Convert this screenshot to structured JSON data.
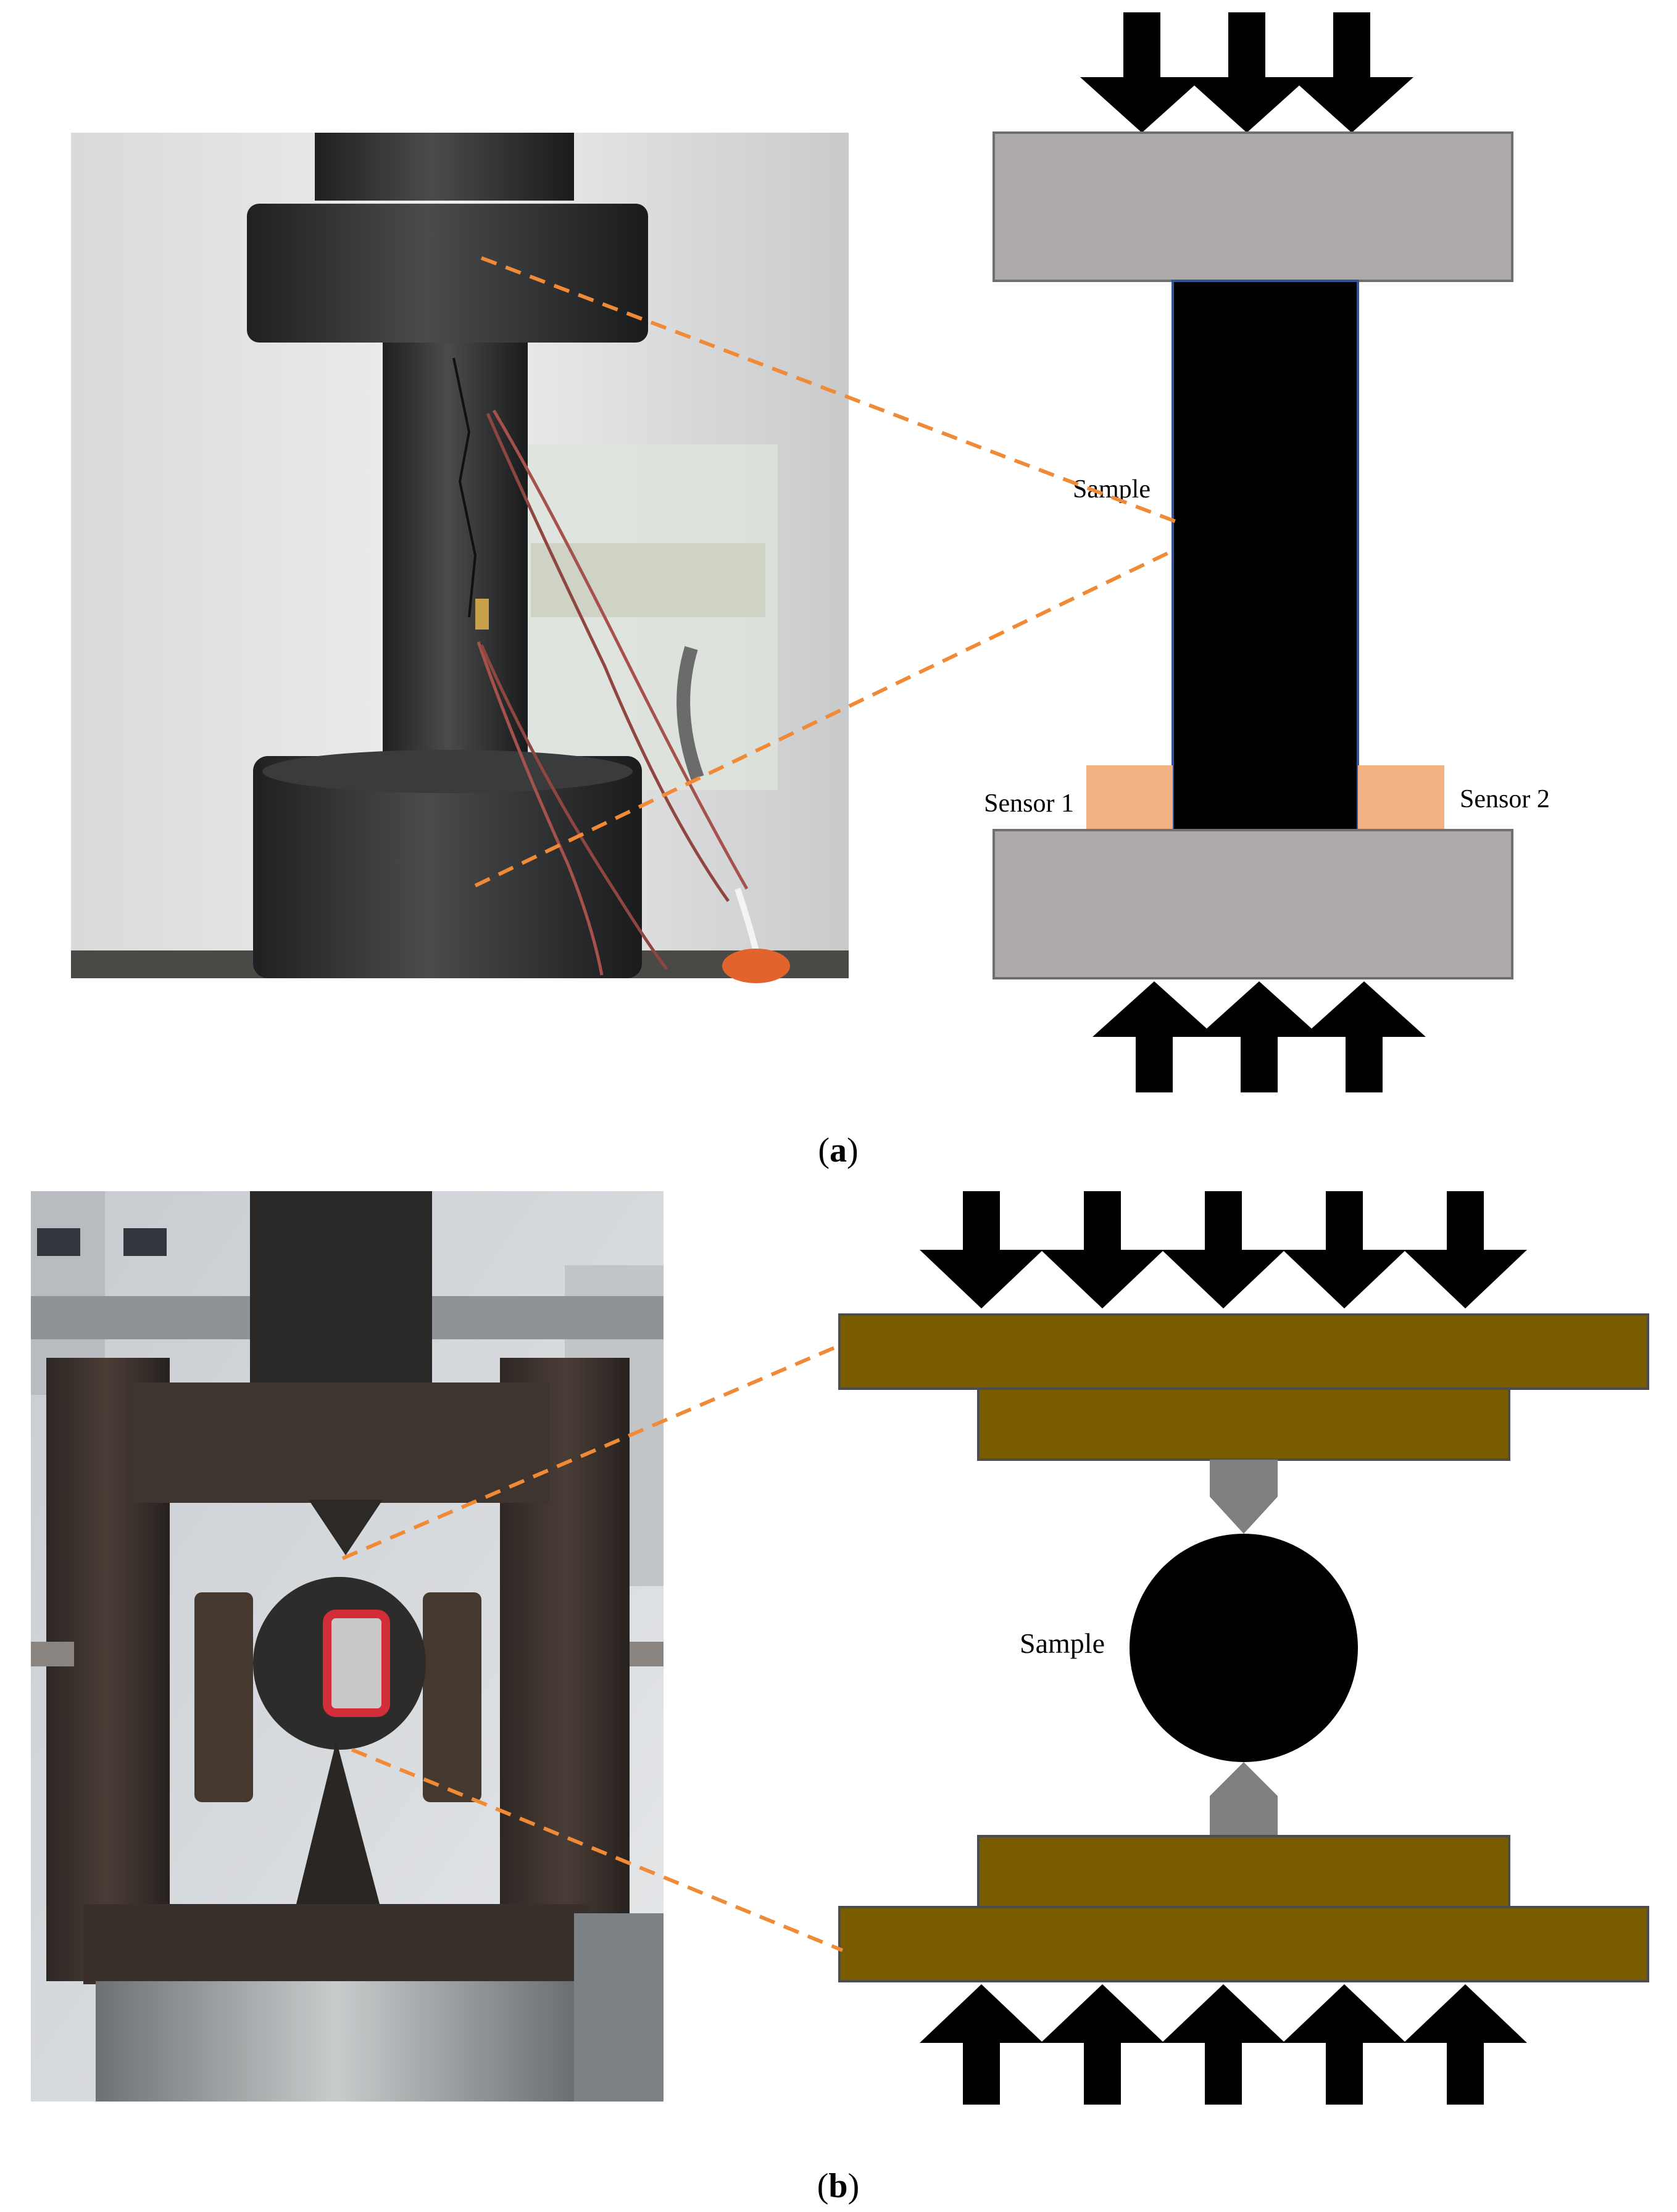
{
  "panel_a": {
    "label_open": "(",
    "label_letter": "a",
    "label_close": ")",
    "sample_label": "Sample",
    "sensor1_label": "Sensor 1",
    "sensor2_label": "Sensor 2"
  },
  "panel_b": {
    "label_open": "(",
    "label_letter": "b",
    "label_close": ")",
    "sample_label": "Sample"
  },
  "colors": {
    "platen_gray": "#aeaaaa",
    "sensor_peach": "#f4b183",
    "plate_olive": "#7a5c00",
    "indenter_gray": "#7f7f7f",
    "leader_orange": "#f08a36",
    "sample_black": "#000000"
  }
}
